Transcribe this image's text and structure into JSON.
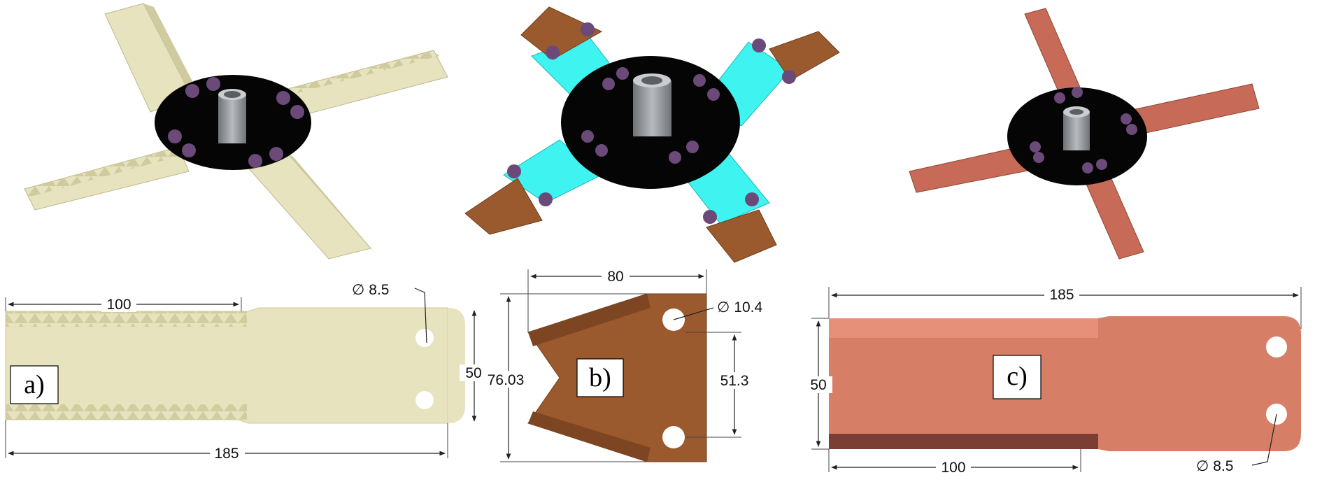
{
  "figure": {
    "panels": [
      {
        "id": "a",
        "label": "a)",
        "blade_type": "serrated straight blade",
        "color": "#E6E3BE",
        "dimensions": {
          "tooth_length": "100",
          "total_length": "185",
          "width": "50",
          "hole_diameter": "8.5"
        }
      },
      {
        "id": "b",
        "label": "b)",
        "blade_type": "serrated V-shaped blade",
        "color": "#9A5A2E",
        "dimensions": {
          "length": "80",
          "total_width": "76.03",
          "hole_spacing": "51.3",
          "hole_diameter": "10.4"
        }
      },
      {
        "id": "c",
        "label": "c)",
        "blade_type": "plain straight blade",
        "color": "#D77F66",
        "dimensions": {
          "total_length": "185",
          "width": "50",
          "edge_length": "100",
          "hole_diameter": "8.5"
        }
      }
    ],
    "diameter_symbol": "∅",
    "colors": {
      "hub_disc": "#050505",
      "hub_shaft": "#9C9FA3",
      "bolt": "#6B4A7A",
      "holder_plate": "#3EF3F0"
    }
  }
}
